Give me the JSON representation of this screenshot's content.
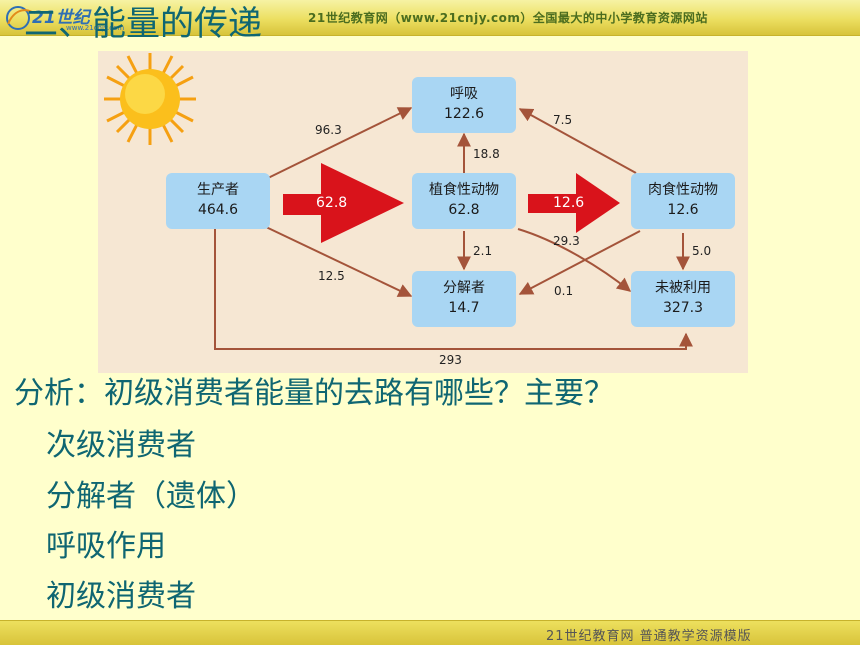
{
  "header": {
    "logo_text": "21世纪",
    "logo_sub": "www.21cnjy.com",
    "banner": "21世纪教育网（www.21cnjy.com）全国最大的中小学教育资源网站"
  },
  "slide": {
    "title": "二、能量的传递"
  },
  "diagram": {
    "nodes": {
      "producer": {
        "name": "生产者",
        "value": "464.6"
      },
      "respiration": {
        "name": "呼吸",
        "value": "122.6"
      },
      "herbivore": {
        "name": "植食性动物",
        "value": "62.8"
      },
      "carnivore": {
        "name": "肉食性动物",
        "value": "12.6"
      },
      "decomposer": {
        "name": "分解者",
        "value": "14.7"
      },
      "unused": {
        "name": "未被利用",
        "value": "327.3"
      }
    },
    "flows": {
      "producer_to_respiration": "96.3",
      "producer_to_herbivore": "62.8",
      "herbivore_to_carnivore": "12.6",
      "herbivore_to_respiration": "18.8",
      "carnivore_to_respiration": "7.5",
      "herbivore_to_decomposer": "2.1",
      "herbivore_to_unused": "29.3",
      "carnivore_to_unused": "5.0",
      "producer_to_decomposer": "12.5",
      "carnivore_to_decomposer": "0.1",
      "producer_to_unused": "293"
    }
  },
  "content": {
    "question": "分析：初级消费者能量的去路有哪些？主要？",
    "answers": [
      "次级消费者",
      "分解者（遗体）",
      "呼吸作用",
      "初级消费者"
    ]
  },
  "footer": {
    "text": "21世纪教育网   普通教学资源模版"
  },
  "colors": {
    "title": "#0f6672",
    "node_fill": "#a9d6f3",
    "arrow": "#a4543a",
    "big_arrow": "#d9131b"
  }
}
